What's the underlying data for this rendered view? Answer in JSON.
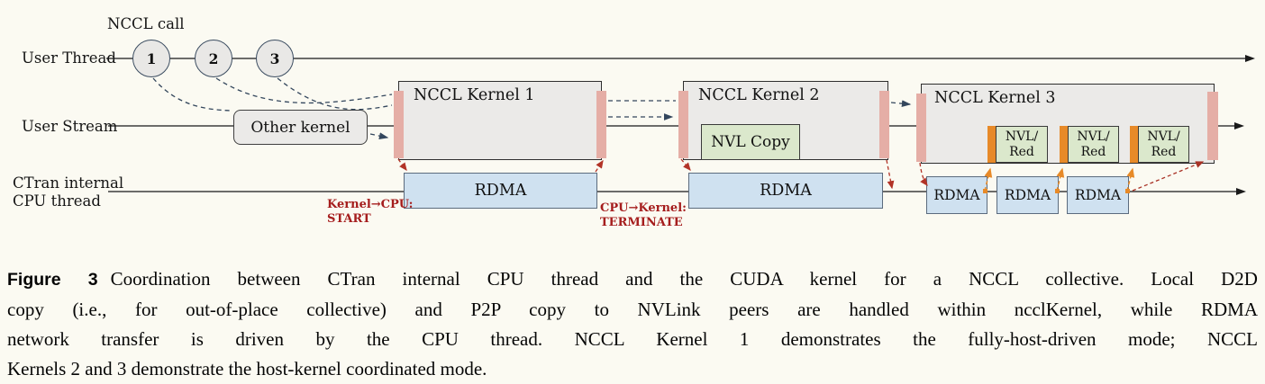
{
  "colors": {
    "background": "#fbfaf2",
    "kernel_box_fill": "#ebeae8",
    "box_border": "#2e2e2e",
    "pink_bar": "#e5aea6",
    "rdma_fill": "#cfe1f0",
    "rdma_border": "#5b6b7e",
    "nvl_green_fill": "#dbe8cc",
    "orange_bar": "#e78a28",
    "timeline_line": "#3d3d3d",
    "call_connector": "#33465c",
    "red_signal": "#b23327",
    "maroon_signal": "#a93226",
    "annotation_text": "#a51d1d"
  },
  "diagram": {
    "nccl_call_label": "NCCL call",
    "lanes": {
      "user_thread": "User Thread",
      "user_stream": "User Stream",
      "ctran_line1": "CTran internal",
      "ctran_line2": "CPU thread"
    },
    "calls": [
      "1",
      "2",
      "3"
    ],
    "other_kernel": "Other kernel",
    "kernel1_title": "NCCL Kernel 1",
    "kernel2_title": "NCCL Kernel 2",
    "kernel3_title": "NCCL Kernel 3",
    "nvl_copy": "NVL Copy",
    "nvl_red_line1": "NVL/",
    "nvl_red_line2": "Red",
    "rdma": "RDMA",
    "annotations": {
      "start_line1": "Kernel→CPU:",
      "start_line2": "START",
      "terminate_line1": "CPU→Kernel:",
      "terminate_line2": "TERMINATE"
    }
  },
  "caption": {
    "label": "Figure 3",
    "lines": [
      "Coordination between CTran internal CPU thread and the CUDA kernel for a NCCL collective. Local D2D",
      "copy (i.e., for out-of-place collective) and P2P copy to NVLink peers are handled within ncclKernel, while RDMA",
      "network transfer is driven by the CPU thread. NCCL Kernel 1 demonstrates the fully-host-driven mode; NCCL",
      "Kernels 2 and 3 demonstrate the host-kernel coordinated mode."
    ]
  }
}
